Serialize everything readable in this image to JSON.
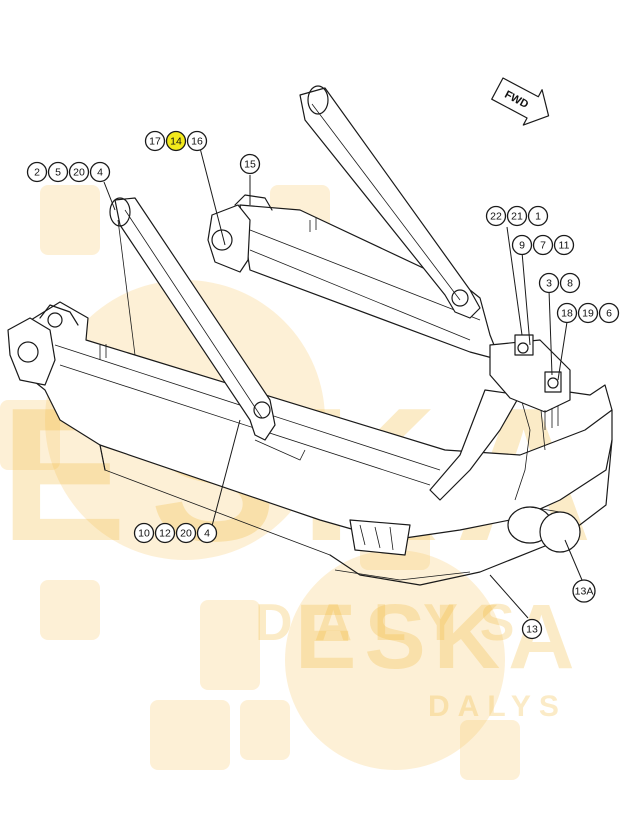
{
  "watermark": {
    "big_letters": [
      "E",
      "S",
      "K",
      "A"
    ],
    "sub_text": "DALYS",
    "logo_text": "ESKA",
    "logo_sub": "DALYS",
    "color": "#f2b93a"
  },
  "direction_arrow": {
    "label": "FWD"
  },
  "highlight_color": "#f3ea1c",
  "callouts": {
    "group_top": [
      "17",
      "14",
      "16"
    ],
    "group_left": [
      "2",
      "5",
      "20",
      "4"
    ],
    "single_15": "15",
    "group_22": [
      "22",
      "21",
      "1"
    ],
    "group_9": [
      "9",
      "7",
      "11"
    ],
    "group_3": [
      "3",
      "8"
    ],
    "group_18": [
      "18",
      "19",
      "6"
    ],
    "group_bottom": [
      "10",
      "12",
      "20",
      "4"
    ],
    "single_13A": "13A",
    "single_13": "13"
  }
}
